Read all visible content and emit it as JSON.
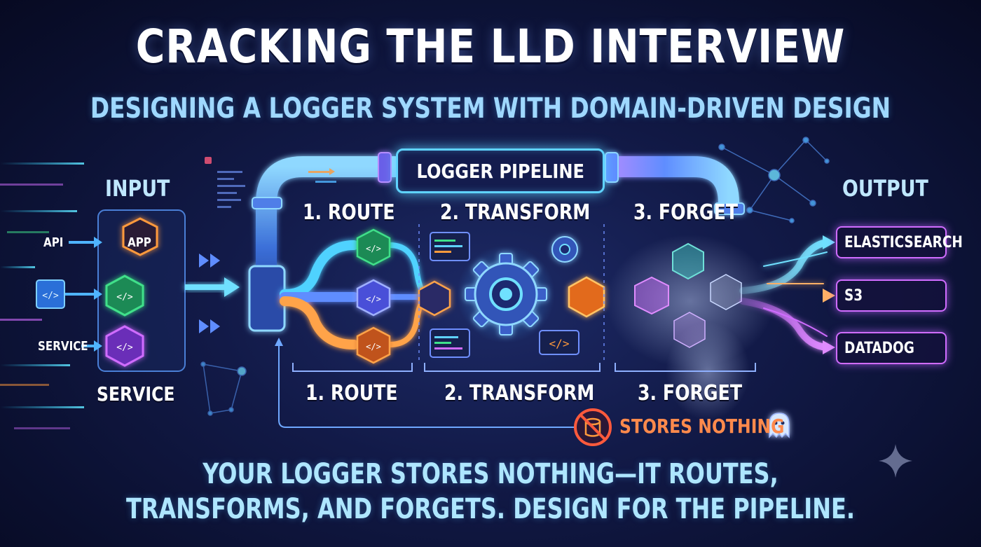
{
  "title": "CRACKING THE LLD INTERVIEW",
  "subtitle": "DESIGNING A LOGGER SYSTEM WITH DOMAIN-DRIVEN DESIGN",
  "pipeline_label": "LOGGER PIPELINE",
  "input": {
    "heading": "INPUT",
    "sources": [
      "API",
      "SERVICE"
    ],
    "nodes": [
      "APP"
    ],
    "bottom_label": "SERVICE"
  },
  "stages_top": [
    "1. ROUTE",
    "2. TRANSFORM",
    "3. FORGET"
  ],
  "stages_bottom": [
    "1. ROUTE",
    "2. TRANSFORM",
    "3. FORGET"
  ],
  "output": {
    "heading": "OUTPUT",
    "destinations": [
      "ELASTICSEARCH",
      "S3",
      "DATADOG"
    ]
  },
  "stores_nothing": "STORES NOTHING",
  "footer": {
    "line1": "YOUR LOGGER STORES NOTHING—IT ROUTES,",
    "line2": "TRANSFORMS, AND FORGETS. DESIGN FOR THE PIPELINE."
  },
  "colors": {
    "background": "#0e1640",
    "cyan": "#5fd3ff",
    "green": "#3fe08a",
    "purple": "#b66cff",
    "orange": "#ff9a3c",
    "warning": "#ff5a3c"
  },
  "icons": [
    "code-cube-icon",
    "gear-icon",
    "code-window-icon",
    "ghost-icon",
    "no-database-icon",
    "sparkle-icon",
    "network-graph-icon"
  ]
}
